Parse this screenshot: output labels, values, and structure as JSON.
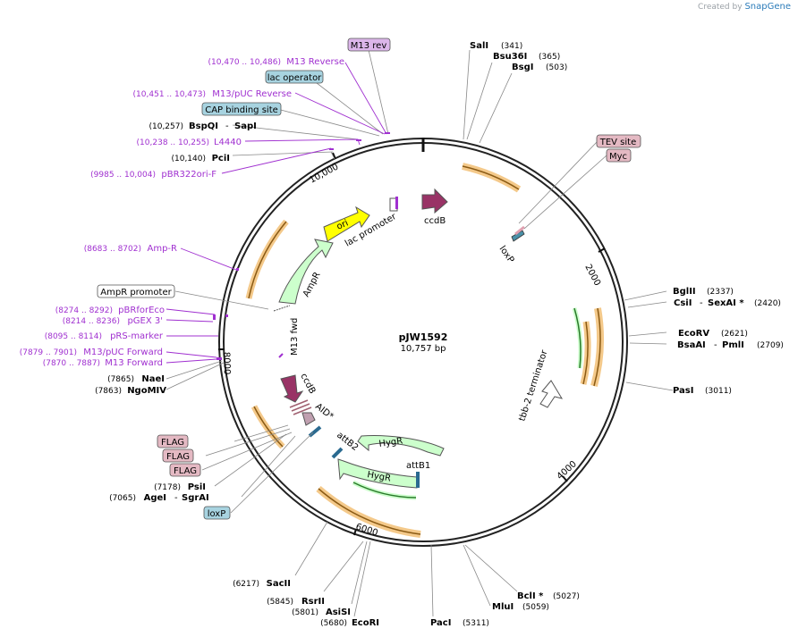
{
  "credit": {
    "prefix": "Created by",
    "brand": "SnapGene"
  },
  "plasmid": {
    "name": "pJW1592",
    "size": "10,757 bp"
  },
  "ticks": [
    "2000",
    "4000",
    "6000",
    "8000",
    "10,000"
  ],
  "sites_left": [
    {
      "pos": "(10,470 .. 10,486)",
      "name": "M13 Reverse"
    },
    {
      "pos": "(10,451 .. 10,473)",
      "name": "M13/pUC Reverse"
    },
    {
      "pos": "(10,257)",
      "name": "BspQI",
      "alt": "SapI"
    },
    {
      "pos": "(10,238 .. 10,255)",
      "name": "L4440"
    },
    {
      "pos": "(10,140)",
      "name": "PciI"
    },
    {
      "pos": "(9985 .. 10,004)",
      "name": "pBR322ori-F"
    },
    {
      "pos": "(8683 .. 8702)",
      "name": "Amp-R"
    },
    {
      "pos": "(8274 .. 8292)",
      "name": "pBRforEco"
    },
    {
      "pos": "(8214 .. 8236)",
      "name": "pGEX 3'"
    },
    {
      "pos": "(8095 .. 8114)",
      "name": "pRS-marker"
    },
    {
      "pos": "(7879 .. 7901)",
      "name": "M13/pUC Forward"
    },
    {
      "pos": "(7870 .. 7887)",
      "name": "M13 Forward"
    },
    {
      "pos": "(7865)",
      "name": "NaeI"
    },
    {
      "pos": "(7863)",
      "name": "NgoMIV"
    },
    {
      "pos": "(7178)",
      "name": "PsiI"
    },
    {
      "pos": "(7065)",
      "name": "AgeI",
      "alt": "SgrAI"
    }
  ],
  "sites_right": [
    {
      "name": "SalI",
      "pos": "(341)"
    },
    {
      "name": "Bsu36I",
      "pos": "(365)"
    },
    {
      "name": "BsgI",
      "pos": "(503)"
    },
    {
      "name": "BglII",
      "pos": "(2337)"
    },
    {
      "name": "CsiI",
      "alt": "SexAI *",
      "pos": "(2420)"
    },
    {
      "name": "EcoRV",
      "pos": "(2621)"
    },
    {
      "name": "BsaAI",
      "alt": "PmlI",
      "pos": "(2709)"
    },
    {
      "name": "PasI",
      "pos": "(3011)"
    }
  ],
  "sites_bottom": [
    {
      "pos": "(6217)",
      "name": "SacII"
    },
    {
      "pos": "(5845)",
      "name": "RsrII"
    },
    {
      "pos": "(5801)",
      "name": "AsiSI"
    },
    {
      "pos": "(5680)",
      "name": "EcoRI"
    },
    {
      "name": "PacI",
      "pos": "(5311)"
    },
    {
      "name": "MluI",
      "pos": "(5059)"
    },
    {
      "name": "BclI *",
      "pos": "(5027)"
    }
  ],
  "boxes": {
    "m13rev": "M13 rev",
    "lacop": "lac operator",
    "cap": "CAP binding site",
    "ampr_promoter": "AmpR promoter",
    "tev": "TEV site",
    "myc": "Myc",
    "flag1": "FLAG",
    "flag2": "FLAG",
    "flag3": "FLAG",
    "loxp": "loxP"
  },
  "features": {
    "ori": "ori",
    "ampr": "AmpR",
    "lac_promoter": "lac promoter",
    "ccdb_top": "ccdB",
    "m13fwd": "M13 fwd",
    "loxp_inner": "loxP",
    "ccdb_bottom": "ccdB",
    "aid": "AID*",
    "attb2": "attB2",
    "hygr1": "HygR",
    "hygr2": "HygR",
    "attb1": "attB1",
    "tbb2": "tbb-2 terminator"
  },
  "colors": {
    "primer": "#a030d0",
    "enzyme": "#000000",
    "ori": "#ffff00",
    "resistance": "#ccffcc",
    "ccdb": "#993366",
    "orf_track": "#f4c98a",
    "blue_box": "#a7d3e0",
    "pink_box": "#e4b9c3",
    "purple_box": "#dcb6ea"
  }
}
